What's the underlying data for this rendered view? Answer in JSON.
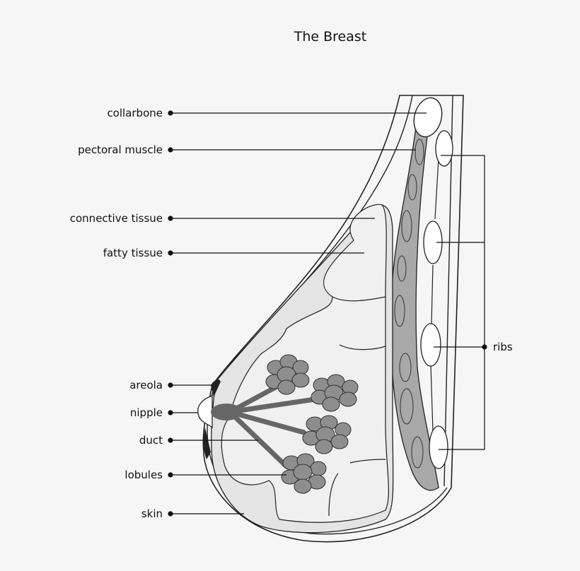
{
  "title": "The Breast",
  "labels": {
    "collarbone": "collarbone",
    "pectoral_muscle": "pectoral muscle",
    "connective_tissue": "connective tissue",
    "fatty_tissue": "fatty tissue",
    "areola": "areola",
    "nipple": "nipple",
    "duct": "duct",
    "lobules": "lobules",
    "skin": "skin",
    "ribs": "ribs"
  },
  "colors": {
    "background": "#f6f6f6",
    "connective": "#e4e4e4",
    "fatty": "#f0f0f0",
    "muscle": "#a8a8a8",
    "lobule": "#8e8e8e",
    "duct": "#666666",
    "bone": "#ffffff"
  }
}
